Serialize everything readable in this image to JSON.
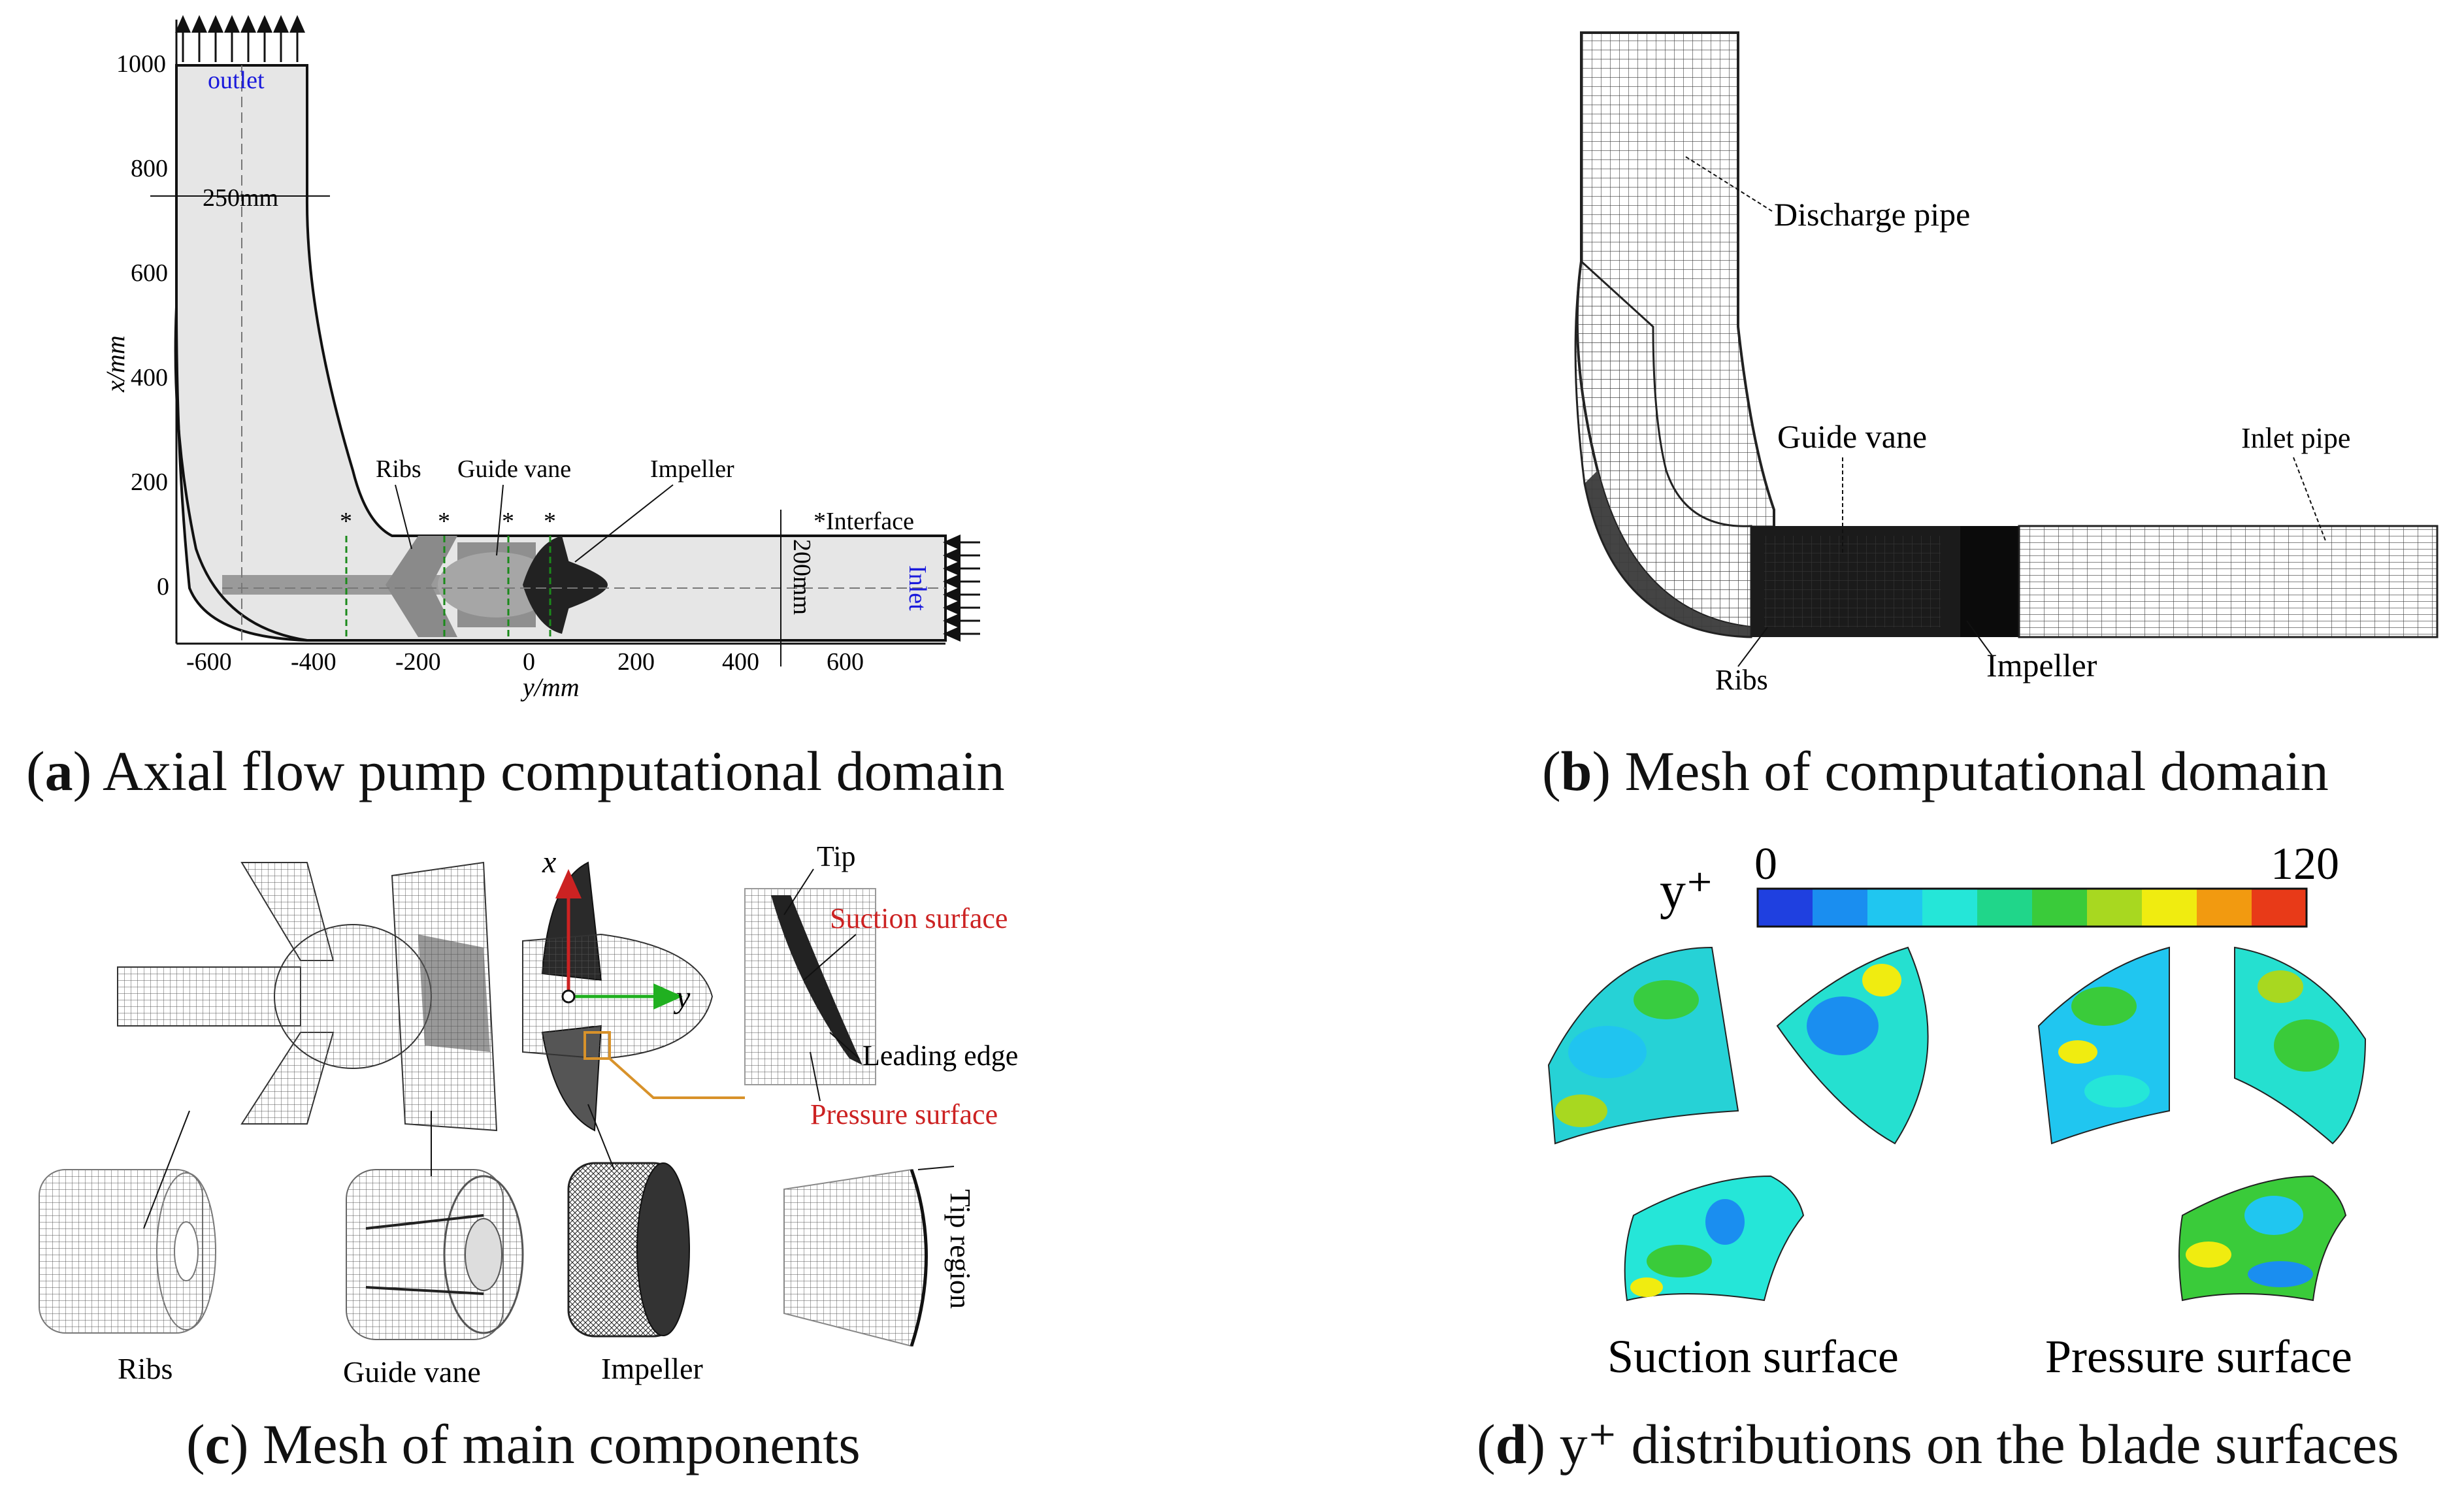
{
  "panel_a": {
    "caption_letter": "a",
    "caption_text": "Axial flow pump computational domain",
    "x_ticks": [
      "1000",
      "800",
      "600",
      "400",
      "200",
      "0"
    ],
    "y_ticks": [
      "-600",
      "-400",
      "-200",
      "0",
      "200",
      "400",
      "600"
    ],
    "x_axis_label": "x/mm",
    "y_axis_label": "y/mm",
    "outlet_label": "outlet",
    "inlet_label": "Inlet",
    "width_dim": "250mm",
    "height_dim": "200mm",
    "ribs_label": "Ribs",
    "guide_vane_label": "Guide vane",
    "impeller_label": "Impeller",
    "interface_label": "*Interface",
    "interface_marker": "*",
    "label_color": "#1a1adc"
  },
  "panel_b": {
    "caption_letter": "b",
    "caption_text": "Mesh of computational domain",
    "discharge_pipe": "Discharge pipe",
    "guide_vane": "Guide vane",
    "inlet_pipe": "Inlet pipe",
    "ribs": "Ribs",
    "impeller": "Impeller"
  },
  "panel_c": {
    "caption_letter": "c",
    "caption_text": "Mesh of main components",
    "axis_x": "x",
    "axis_y": "y",
    "tip": "Tip",
    "suction_surface": "Suction surface",
    "leading_edge": "Leading edge",
    "pressure_surface": "Pressure surface",
    "ribs": "Ribs",
    "guide_vane": "Guide vane",
    "impeller": "Impeller",
    "tip_region": "Tip region",
    "highlight_color": "#cc2222"
  },
  "panel_d": {
    "caption_letter": "d",
    "caption_text": "y⁺ distributions on the blade surfaces",
    "legend_title": "y⁺",
    "legend_min": "0",
    "legend_max": "120",
    "colorbar": [
      "#1f40e0",
      "#1a8ef0",
      "#20c6f0",
      "#25e6d8",
      "#20d68a",
      "#3acb3a",
      "#a8d820",
      "#f0ec10",
      "#f29a10",
      "#e83a18"
    ],
    "suction_surface": "Suction surface",
    "pressure_surface": "Pressure surface"
  }
}
